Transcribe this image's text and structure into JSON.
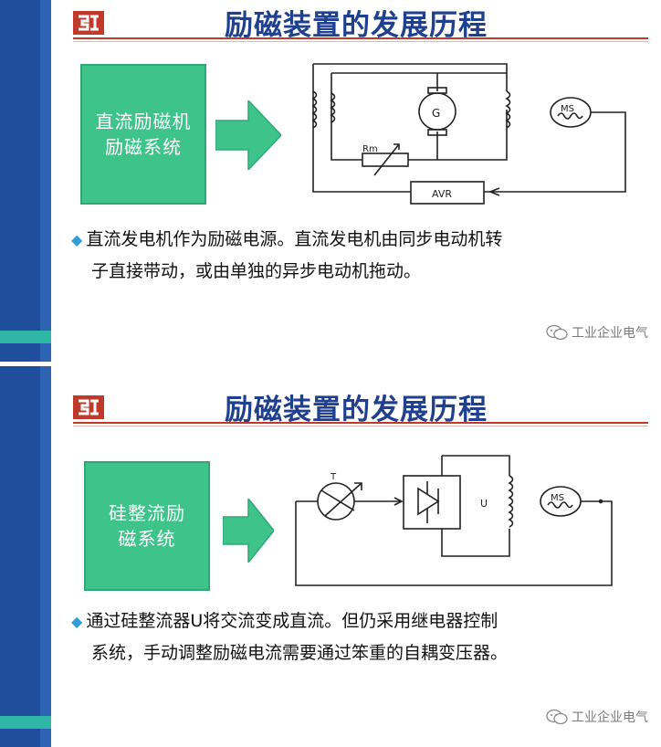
{
  "slides": [
    {
      "title": "励磁装置的发展历程",
      "box_text": [
        "直流励磁机",
        "励磁系统"
      ],
      "bullet_text": [
        "直流发电机作为励磁电源。直流发电机由同步电动机转",
        "子直接带动，或由单独的异步电动机拖动。"
      ],
      "circuit_labels": {
        "generator": "G",
        "resistor": "Rm",
        "regulator": "AVR",
        "machine": "MS"
      },
      "watermark": "工业企业电气"
    },
    {
      "title": "励磁装置的发展历程",
      "box_text": [
        "硅整流励",
        "磁系统"
      ],
      "bullet_text": [
        "通过硅整流器U将交流变成直流。但仍采用继电器控制",
        "系统，手动调整励磁电流需要通过笨重的自耦变压器。"
      ],
      "circuit_labels": {
        "transformer": "T",
        "rectifier": "U",
        "machine": "MS"
      },
      "watermark": "工业企业电气"
    }
  ],
  "colors": {
    "sidebar": "#1f4e9c",
    "title": "#1f3f8f",
    "green_box": "#3ec48a",
    "accent_rule": "#c0392b",
    "bullet_marker": "#2f9fd6"
  },
  "icons": [
    "company-logo-icon",
    "right-arrow-icon",
    "diamond-bullet-icon",
    "wechat-icon"
  ]
}
